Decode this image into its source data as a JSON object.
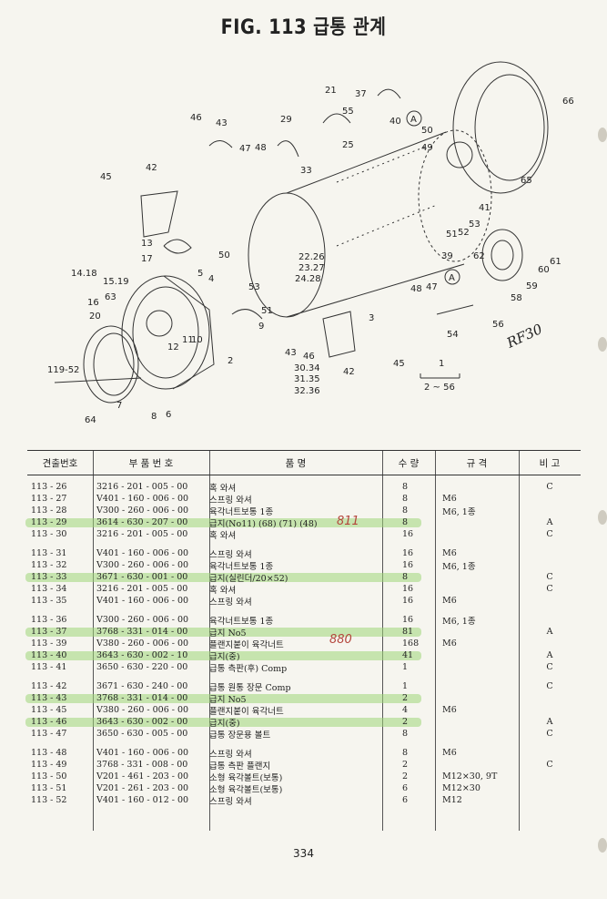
{
  "title": "FIG. 113 급통 관계",
  "diagram_labels": [
    "21",
    "37",
    "66",
    "46",
    "43",
    "29",
    "55",
    "A",
    "40",
    "50",
    "49",
    "47",
    "48",
    "25",
    "33",
    "45",
    "42",
    "65",
    "41",
    "22.26",
    "23.27",
    "24.28",
    "39",
    "51",
    "52",
    "53",
    "62",
    "13",
    "17",
    "50",
    "5",
    "4",
    "53",
    "51",
    "61",
    "60",
    "14.18",
    "15.19",
    "16",
    "63",
    "20",
    "48",
    "47",
    "59",
    "58",
    "12",
    "11",
    "10",
    "3",
    "54",
    "56",
    "9",
    "43",
    "46",
    "42",
    "45",
    "2",
    "30.34",
    "31.35",
    "32.36",
    "1",
    "2 ~ 56",
    "119-52",
    "7",
    "8",
    "6",
    "64"
  ],
  "handwritten_note": "RF30",
  "table": {
    "headers": [
      "견출번호",
      "부 품 번 호",
      "품       명",
      "수 량",
      "규     격",
      "비 고"
    ],
    "groups": [
      [
        {
          "no": "113 - 26",
          "part": "3216 - 201 - 005 - 00",
          "name": "혹 와셔",
          "qty": "8",
          "spec": "",
          "note": "C",
          "hl": false
        },
        {
          "no": "113 - 27",
          "part": "V401 - 160 - 006 - 00",
          "name": "스프링 와셔",
          "qty": "8",
          "spec": "M6",
          "note": "",
          "hl": false
        },
        {
          "no": "113 - 28",
          "part": "V300 - 260 - 006 - 00",
          "name": "육각너트보통 1종",
          "qty": "8",
          "spec": "M6, 1종",
          "note": "",
          "hl": false
        },
        {
          "no": "113 - 29",
          "part": "3614 - 630 - 207 - 00",
          "name": "급지(No11) (68)  (71)  (48)",
          "qty": "8",
          "spec": "",
          "note": "A",
          "hl": true
        },
        {
          "no": "113 - 30",
          "part": "3216 - 201 - 005 - 00",
          "name": "혹 와셔",
          "qty": "16",
          "spec": "",
          "note": "C",
          "hl": false
        }
      ],
      [
        {
          "no": "113 - 31",
          "part": "V401 - 160 - 006 - 00",
          "name": "스프링 와셔",
          "qty": "16",
          "spec": "M6",
          "note": "",
          "hl": false
        },
        {
          "no": "113 - 32",
          "part": "V300 - 260 - 006 - 00",
          "name": "육각너트보통 1종",
          "qty": "16",
          "spec": "M6, 1종",
          "note": "",
          "hl": false
        },
        {
          "no": "113 - 33",
          "part": "3671 - 630 - 001 - 00",
          "name": "급지(실린더/20×52)",
          "qty": "8",
          "spec": "",
          "note": "C",
          "hl": true
        },
        {
          "no": "113 - 34",
          "part": "3216 - 201 - 005 - 00",
          "name": "혹 와셔",
          "qty": "16",
          "spec": "",
          "note": "C",
          "hl": false
        },
        {
          "no": "113 - 35",
          "part": "V401 - 160 - 006 - 00",
          "name": "스프링 와셔",
          "qty": "16",
          "spec": "M6",
          "note": "",
          "hl": false
        }
      ],
      [
        {
          "no": "113 - 36",
          "part": "V300 - 260 - 006 - 00",
          "name": "육각너트보통 1종",
          "qty": "16",
          "spec": "M6, 1종",
          "note": "",
          "hl": false
        },
        {
          "no": "113 - 37",
          "part": "3768 - 331 - 014 - 00",
          "name": "급지 No5",
          "qty": "81",
          "spec": "",
          "note": "A",
          "hl": true
        },
        {
          "no": "113 - 39",
          "part": "V380 - 260 - 006 - 00",
          "name": "플랜지붙이 육각너트",
          "qty": "168",
          "spec": "M6",
          "note": "",
          "hl": false
        },
        {
          "no": "113 - 40",
          "part": "3643 - 630 - 002 - 10",
          "name": "급지(중)",
          "qty": "41",
          "spec": "",
          "note": "A",
          "hl": true
        },
        {
          "no": "113 - 41",
          "part": "3650 - 630 - 220 - 00",
          "name": "급통 측판(후) Comp",
          "qty": "1",
          "spec": "",
          "note": "C",
          "hl": false
        }
      ],
      [
        {
          "no": "113 - 42",
          "part": "3671 - 630 - 240 - 00",
          "name": "급통 원통 장문 Comp",
          "qty": "1",
          "spec": "",
          "note": "C",
          "hl": false
        },
        {
          "no": "113 - 43",
          "part": "3768 - 331 - 014 - 00",
          "name": "급지 No5",
          "qty": "2",
          "spec": "",
          "note": "",
          "hl": true
        },
        {
          "no": "113 - 45",
          "part": "V380 - 260 - 006 - 00",
          "name": "플랜지붙이 육각너트",
          "qty": "4",
          "spec": "M6",
          "note": "",
          "hl": false
        },
        {
          "no": "113 - 46",
          "part": "3643 - 630 - 002 - 00",
          "name": "급지(중)",
          "qty": "2",
          "spec": "",
          "note": "A",
          "hl": true
        },
        {
          "no": "113 - 47",
          "part": "3650 - 630 - 005 - 00",
          "name": "급통 장문용 볼트",
          "qty": "8",
          "spec": "",
          "note": "C",
          "hl": false
        }
      ],
      [
        {
          "no": "113 - 48",
          "part": "V401 - 160 - 006 - 00",
          "name": "스프링 와셔",
          "qty": "8",
          "spec": "M6",
          "note": "",
          "hl": false
        },
        {
          "no": "113 - 49",
          "part": "3768 - 331 - 008 - 00",
          "name": "급통 측판 플랜지",
          "qty": "2",
          "spec": "",
          "note": "C",
          "hl": false
        },
        {
          "no": "113 - 50",
          "part": "V201 - 461 - 203 - 00",
          "name": "소형 육각볼트(보통)",
          "qty": "2",
          "spec": "M12×30, 9T",
          "note": "",
          "hl": false
        },
        {
          "no": "113 - 51",
          "part": "V201 - 261 - 203 - 00",
          "name": "소형 육각볼트(보통)",
          "qty": "6",
          "spec": "M12×30",
          "note": "",
          "hl": false
        },
        {
          "no": "113 - 52",
          "part": "V401 - 160 - 012 - 00",
          "name": "스프링 와셔",
          "qty": "6",
          "spec": "M12",
          "note": "",
          "hl": false
        }
      ]
    ]
  },
  "margin_notes": [
    "811",
    "880"
  ],
  "page_number": "334"
}
